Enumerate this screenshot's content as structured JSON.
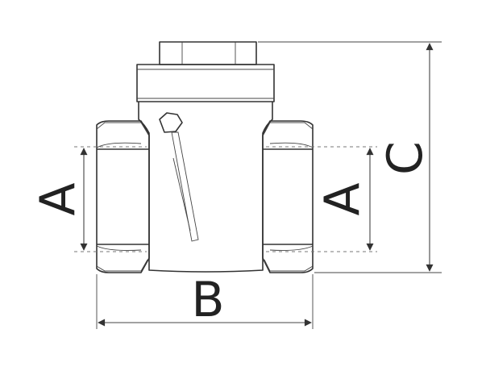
{
  "labels": {
    "a_left": "A",
    "a_right": "A",
    "b": "B",
    "c": "C"
  },
  "colors": {
    "line": "#333333",
    "background": "#ffffff"
  }
}
